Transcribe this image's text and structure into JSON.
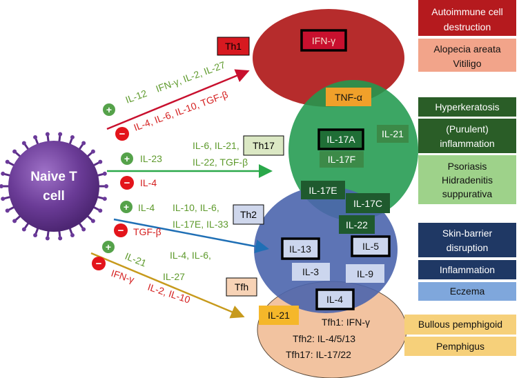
{
  "naive_cell": {
    "line1": "Naive T",
    "line2": "cell"
  },
  "pathways": {
    "th1": {
      "name": "Th1",
      "plus_text": [
        "IL-12",
        "IFN-γ, IL-2, IL-27"
      ],
      "minus_text": "IL-4, IL-6, IL-10, TGF-β"
    },
    "th17": {
      "name": "Th17",
      "plus_text": [
        "IL-23",
        "IL-6, IL-21,",
        "IL-22, TGF-β"
      ],
      "minus_text": "IL-4"
    },
    "th2": {
      "name": "Th2",
      "plus_text": [
        "IL-4",
        "IL-10, IL-6,",
        "IL-17E, IL-33"
      ],
      "minus_text": "TGF-β"
    },
    "tfh": {
      "name": "Tfh",
      "plus_text": [
        "IL-21",
        "IL-4, IL-6,",
        "IL-27"
      ],
      "minus_text": [
        "IFN-γ",
        "IL-2, IL-10"
      ]
    }
  },
  "signs": {
    "plus": "+",
    "minus": "−"
  },
  "cytokines": {
    "ifng": "IFN-γ",
    "tnfa": "TNF-α",
    "il17a": "IL-17A",
    "il17f": "IL-17F",
    "il21_th17": "IL-21",
    "il17e": "IL-17E",
    "il17c": "IL-17C",
    "il22": "IL-22",
    "il13": "IL-13",
    "il5": "IL-5",
    "il3": "IL-3",
    "il9": "IL-9",
    "il4": "IL-4",
    "il21_tfh": "IL-21"
  },
  "tfh_subsets": [
    "Tfh1: IFN-γ",
    "Tfh2: IL-4/5/13",
    "Tfh17: IL-17/22"
  ],
  "diseases": {
    "th1": [
      "Autoimmune cell destruction",
      "Alopecia areata Vitiligo"
    ],
    "th17": [
      "Hyperkeratosis",
      "(Purulent) inflammation",
      "Psoriasis Hidradenitis suppurativa"
    ],
    "th2": [
      "Skin-barrier disruption",
      "Inflammation",
      "Eczema"
    ],
    "tfh": [
      "Bullous pemphigoid",
      "Pemphigus"
    ]
  },
  "colors": {
    "th1": "#b11f1f",
    "th17": "#219a4f",
    "th2": "#4b65ad",
    "tfh": "#f2c3a0",
    "green_text": "#5e9a2c",
    "red_text": "#d41e1e",
    "naive": "#6a3b96"
  }
}
